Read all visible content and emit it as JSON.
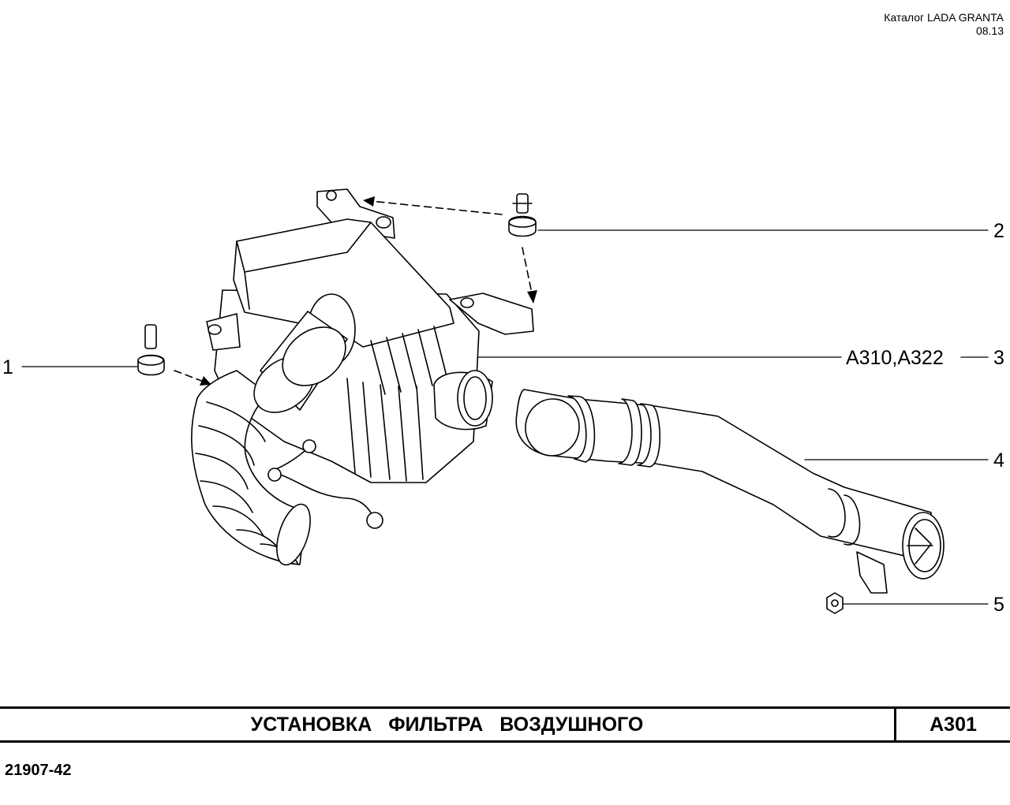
{
  "header": {
    "catalog": "Каталог  LADA  GRANTA",
    "date": "08.13"
  },
  "callouts": [
    {
      "num": "1"
    },
    {
      "num": "2"
    },
    {
      "num": "3",
      "part": "A310,A322"
    },
    {
      "num": "4"
    },
    {
      "num": "5"
    }
  ],
  "title_block": {
    "title": "УСТАНОВКА ФИЛЬТРА ВОЗДУШНОГО",
    "code": "A301"
  },
  "footer": {
    "drawing_number": "21907-42"
  }
}
